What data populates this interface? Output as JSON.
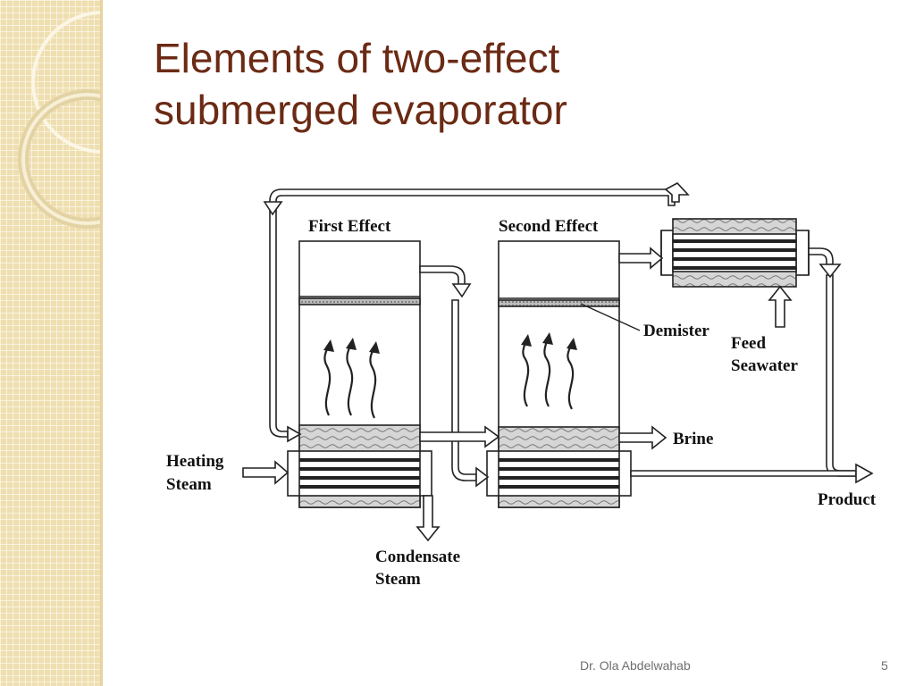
{
  "slide": {
    "title_line1": "Elements of two-effect",
    "title_line2": "submerged evaporator",
    "footer_author": "Dr. Ola Abdelwahab",
    "page_number": "5"
  },
  "diagram": {
    "labels": {
      "first_effect": "First Effect",
      "second_effect": "Second Effect",
      "demister": "Demister",
      "feed_line1": "Feed",
      "feed_line2": "Seawater",
      "brine": "Brine",
      "heating_line1": "Heating",
      "heating_line2": "Steam",
      "condensate_line1": "Condensate",
      "condensate_line2": "Steam",
      "product": "Product"
    }
  },
  "colors": {
    "title": "#6b2a14",
    "sidebar": "#efdfb0",
    "footer_text": "#6e6e6e"
  }
}
